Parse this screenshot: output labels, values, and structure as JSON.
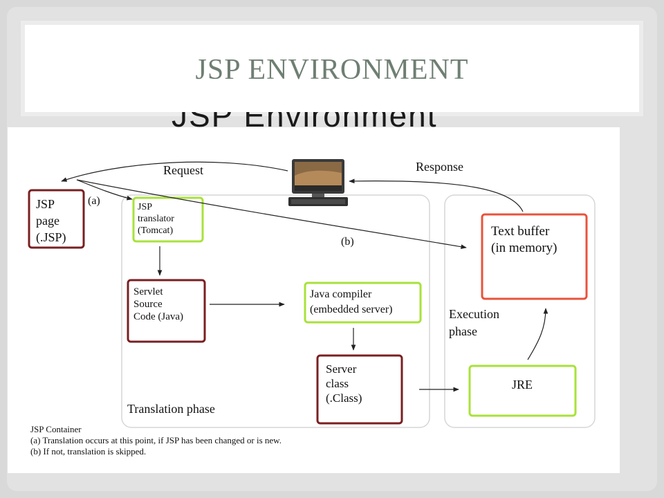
{
  "slide": {
    "title": "JSP ENVIRONMENT",
    "ghost_title": "JSP Environment"
  },
  "diagram": {
    "labels": {
      "request": "Request",
      "response": "Response",
      "a": "(a)",
      "b": "(b)",
      "translation_phase": "Translation phase",
      "execution_phase_1": "Execution",
      "execution_phase_2": "phase"
    },
    "nodes": {
      "jsp_page": [
        "JSP",
        "page",
        "(.JSP)"
      ],
      "jsp_translator": [
        "JSP",
        "translator",
        "(Tomcat)"
      ],
      "servlet_source": [
        "Servlet",
        "Source",
        "Code (Java)"
      ],
      "java_compiler": [
        "Java compiler",
        "(embedded server)"
      ],
      "server_class": [
        "Server",
        "class",
        "(.Class)"
      ],
      "jre": "JRE",
      "text_buffer": [
        "Text buffer",
        "(in memory)"
      ]
    },
    "legend": {
      "title": "JSP Container",
      "a": "(a) Translation occurs at this point, if JSP has been changed or is new.",
      "b": "(b) If not, translation is skipped."
    },
    "colors": {
      "dark_red": "#7a1f22",
      "green": "#a8e23a",
      "red": "#e8533b",
      "container": "#d6d6d6"
    }
  }
}
